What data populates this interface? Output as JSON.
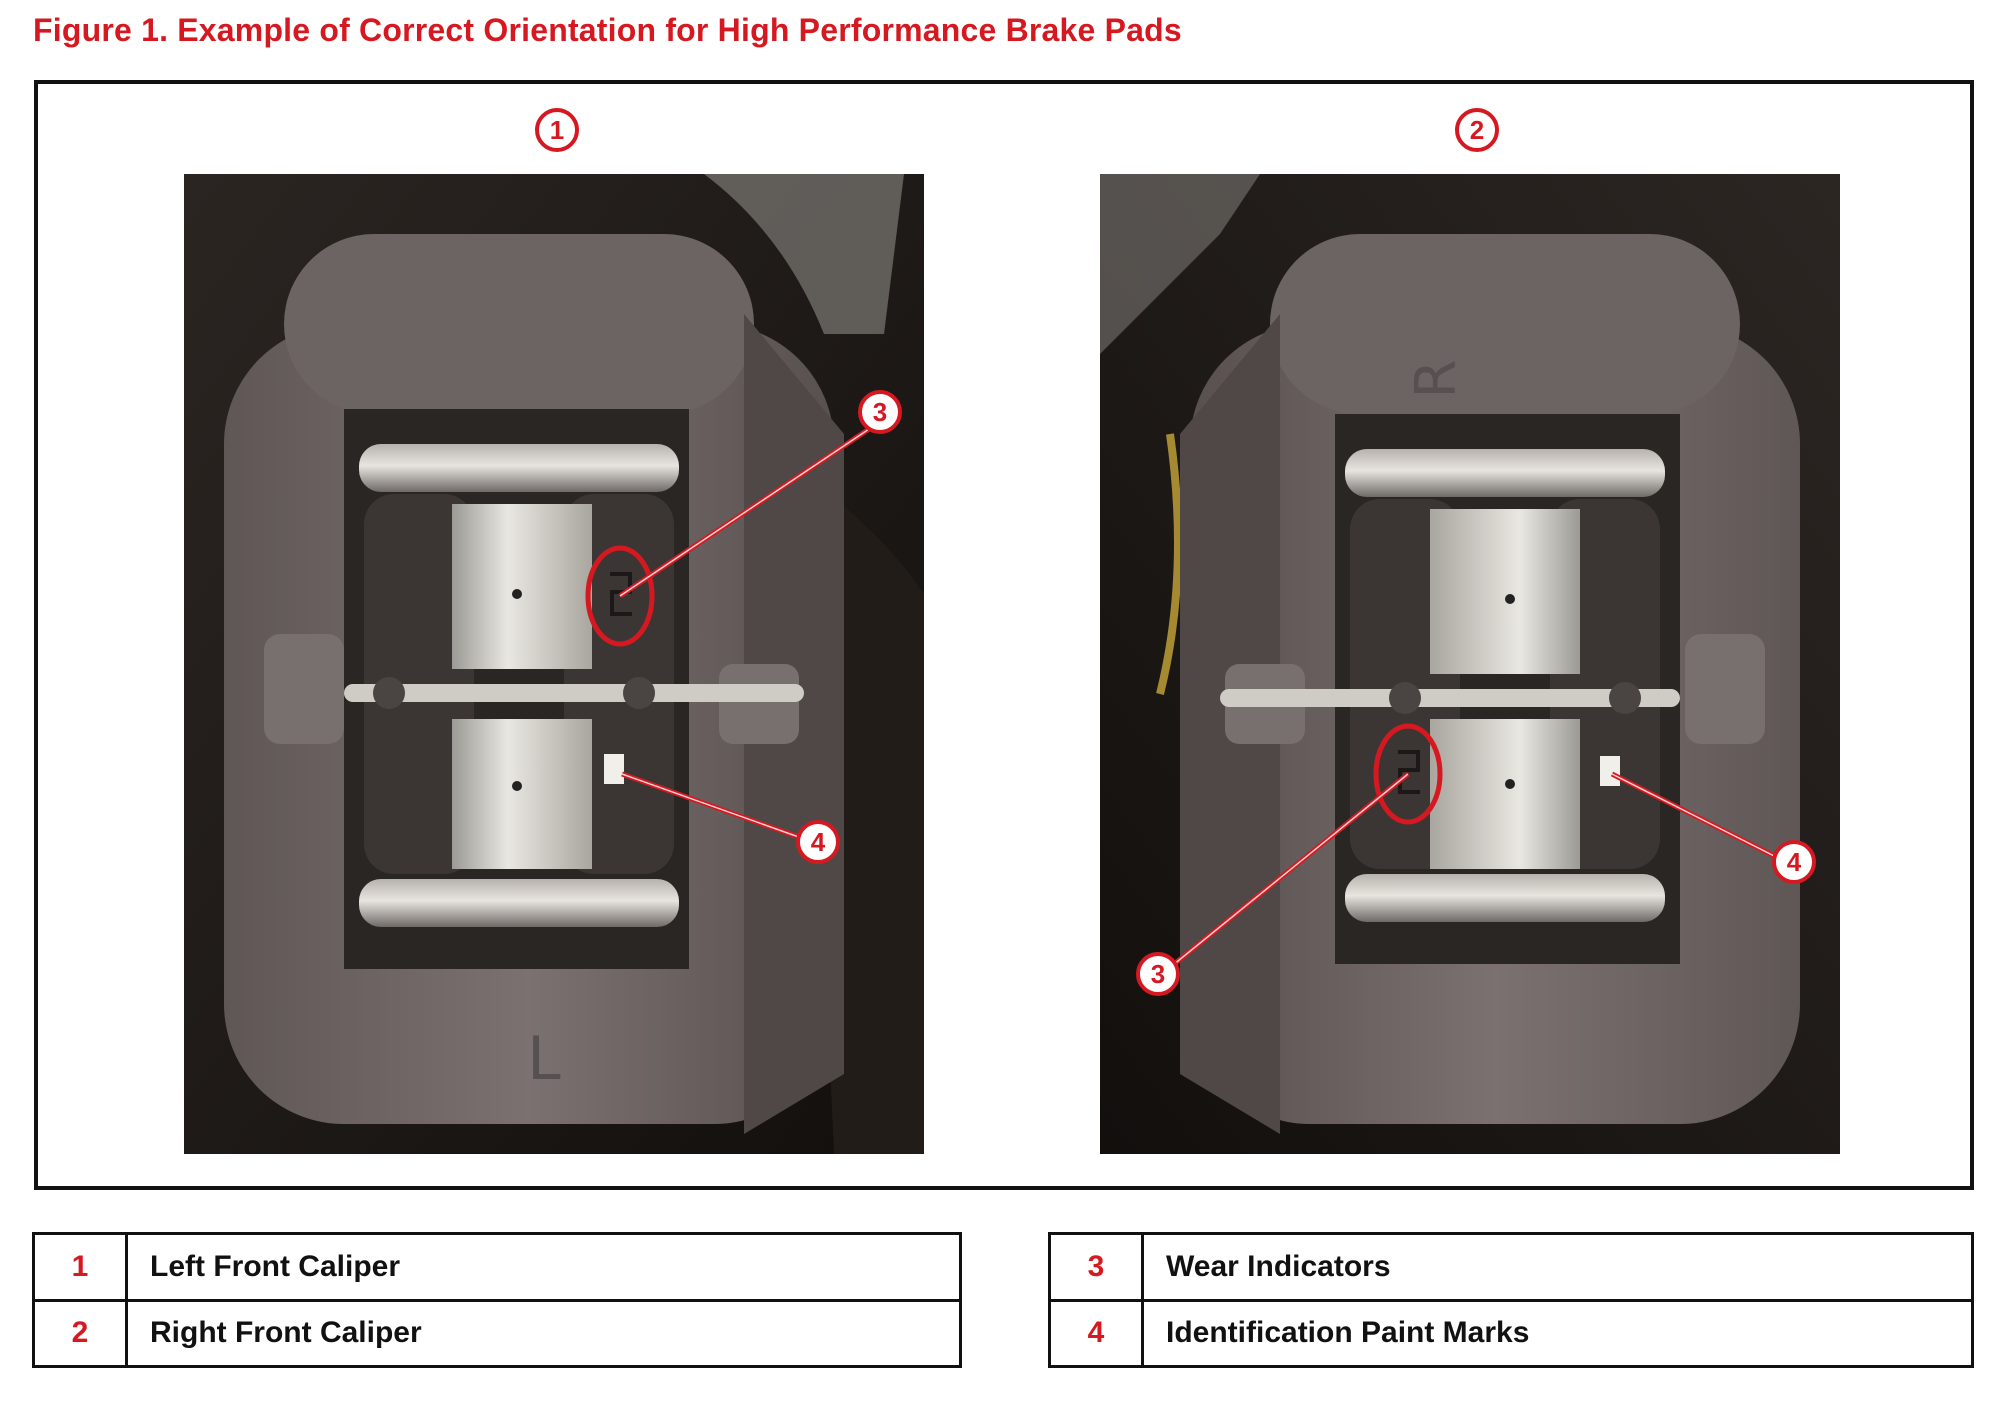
{
  "figure": {
    "title": "Figure 1. Example of Correct Orientation for High Performance Brake Pads"
  },
  "panels": [
    {
      "number": "1",
      "caliper_marking": "L"
    },
    {
      "number": "2",
      "caliper_marking": "R"
    }
  ],
  "callouts": {
    "wear_indicator": "3",
    "paint_mark": "4"
  },
  "legend": [
    {
      "number": "1",
      "label": "Left Front Caliper"
    },
    {
      "number": "2",
      "label": "Right Front Caliper"
    },
    {
      "number": "3",
      "label": "Wear Indicators"
    },
    {
      "number": "4",
      "label": "Identification Paint Marks"
    }
  ],
  "colors": {
    "accent_red": "#d61921",
    "caliper_gray": "#6d6462",
    "frame_black": "#111111"
  }
}
